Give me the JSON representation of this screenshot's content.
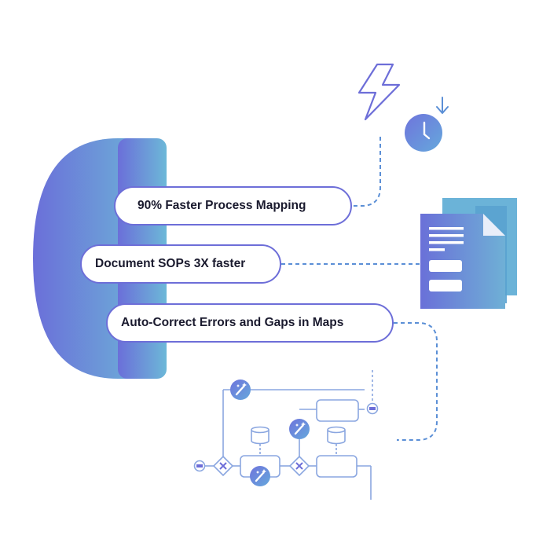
{
  "features": [
    {
      "label": "90% Faster Process Mapping"
    },
    {
      "label": "Document SOPs 3X faster"
    },
    {
      "label": "Auto-Correct Errors and Gaps in Maps"
    }
  ],
  "icons": {
    "top": [
      "lightning-bolt-icon",
      "clock-download-icon"
    ],
    "middle": "document-stack-icon",
    "bottom": "process-flow-diagram-icon",
    "flow_badges": "magic-wand-icon"
  },
  "colors": {
    "gradient_start": "#6b6fd9",
    "gradient_end": "#6cb8d8",
    "pill_border": "#6d6ed8",
    "connector": "#5b8fd6",
    "text": "#1a1a2e"
  }
}
